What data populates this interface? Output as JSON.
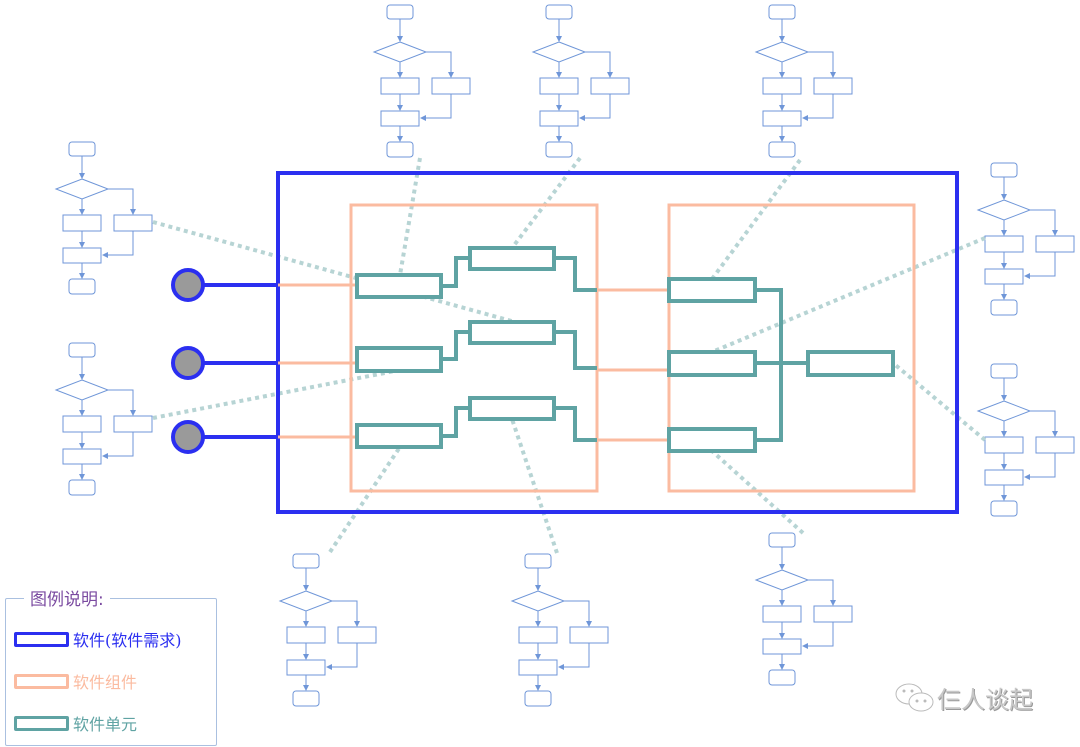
{
  "colors": {
    "software": "#2b2ff0",
    "component": "#fbbba0",
    "unit": "#5fa3a3",
    "flow": "#6f96d8",
    "trace": "#b7d4d4"
  },
  "legend": {
    "title": "图例说明:",
    "items": [
      {
        "label": "软件(软件需求)",
        "color": "#2b2ff0"
      },
      {
        "label": "软件组件",
        "color": "#fbbba0"
      },
      {
        "label": "软件单元",
        "color": "#5fa3a3"
      }
    ]
  },
  "watermark": {
    "text": "仨人谈起",
    "icon": "wechat-icon"
  }
}
